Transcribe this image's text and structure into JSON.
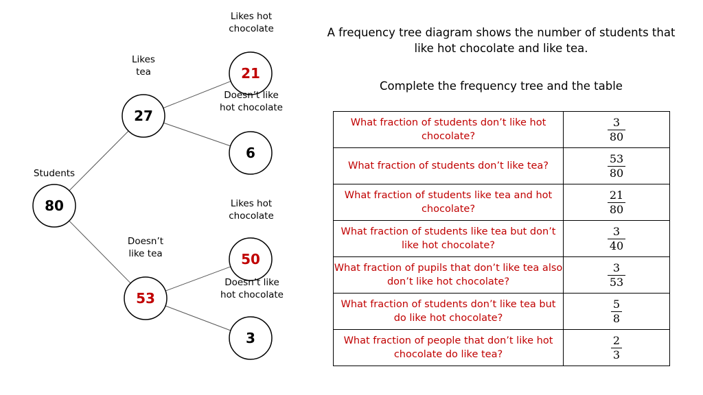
{
  "colors": {
    "highlight": "#c00000",
    "text": "#000000",
    "line": "#555555"
  },
  "tree": {
    "root": {
      "label": "Students",
      "value": "80",
      "highlight": false
    },
    "likes_tea": {
      "label": "Likes\ntea",
      "value": "27",
      "highlight": false
    },
    "not_tea": {
      "label": "Doesn’t\nlike tea",
      "value": "53",
      "highlight": true
    },
    "tea_hot": {
      "label": "Likes hot\nchocolate",
      "value": "21",
      "highlight": true
    },
    "tea_no_hot": {
      "label": "Doesn’t like\nhot chocolate",
      "value": "6",
      "highlight": false
    },
    "notea_hot": {
      "label": "Likes hot\nchocolate",
      "value": "50",
      "highlight": true
    },
    "notea_no_hot": {
      "label": "Doesn’t like\nhot chocolate",
      "value": "3",
      "highlight": false
    }
  },
  "intro": "A frequency tree diagram shows the number of students that like hot chocolate and like tea.",
  "instruction": "Complete the frequency tree and the table",
  "table": {
    "rows": [
      {
        "question": "What fraction of students don’t like hot chocolate?",
        "numerator": "3",
        "denominator": "80"
      },
      {
        "question": "What fraction of students don’t like tea?",
        "numerator": "53",
        "denominator": "80"
      },
      {
        "question": "What fraction of students like tea and hot chocolate?",
        "numerator": "21",
        "denominator": "80"
      },
      {
        "question": "What fraction of students like tea but don’t like hot chocolate?",
        "numerator": "3",
        "denominator": "40"
      },
      {
        "question": "What fraction of pupils that don’t like tea also don’t like hot chocolate?",
        "numerator": "3",
        "denominator": "53"
      },
      {
        "question": "What fraction of students don’t like tea but do like hot chocolate?",
        "numerator": "5",
        "denominator": "8"
      },
      {
        "question": "What fraction of people that don’t like hot chocolate do like tea?",
        "numerator": "2",
        "denominator": "3"
      }
    ]
  }
}
